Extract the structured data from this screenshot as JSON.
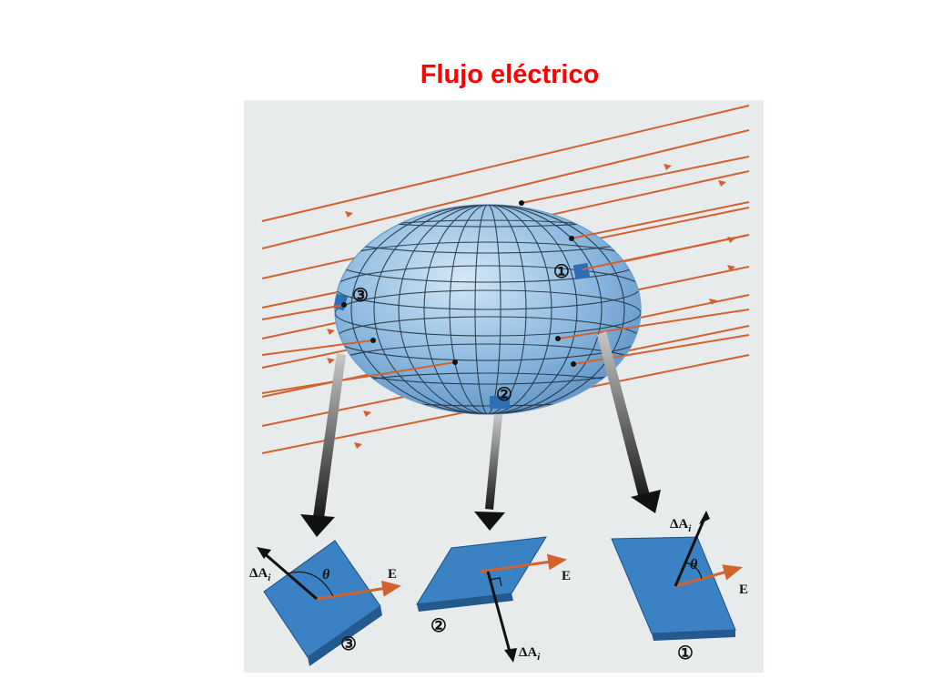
{
  "title": "Flujo eléctrico",
  "colors": {
    "title": "#ff0000",
    "field_line": "#d2622e",
    "ellipsoid": "#86b5dd",
    "patch": "#3a7fbf",
    "background": "#e8ebec"
  },
  "figure": {
    "patch_labels": {
      "one": "①",
      "two": "②",
      "three": "③"
    },
    "field_label": "E",
    "area_vector_label": "ΔA",
    "area_vector_subscript": "i",
    "angle_label": "θ"
  }
}
